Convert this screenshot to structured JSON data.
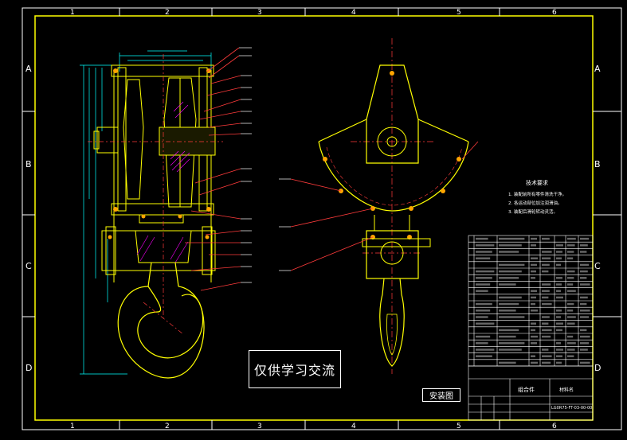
{
  "drawing": {
    "watermark": "仅供学习交流",
    "view_label": "安装图",
    "title_block": {
      "assembly_label": "组合件",
      "material_label": "材料名",
      "drawing_number": "LG0R75-FT-03-00-00"
    },
    "column_markers": [
      "1",
      "2",
      "3",
      "4",
      "5",
      "6"
    ],
    "row_markers": [
      "A",
      "B",
      "C",
      "D"
    ],
    "tech_requirements": {
      "heading": "技术要求",
      "items": [
        "1. 装配前所有零件清洗干净。",
        "2. 各运动部位加注润滑油。",
        "3. 装配后滑轮转动灵活。"
      ]
    },
    "colors": {
      "frame": "#ffff00",
      "outline": "#ffffff",
      "leader": "#ff3b3b",
      "centerline": "#ff3b3b",
      "bolt": "#ffa500",
      "hatch": "#ff00ff",
      "dimension": "#00ffff",
      "text": "#ffffff"
    }
  }
}
